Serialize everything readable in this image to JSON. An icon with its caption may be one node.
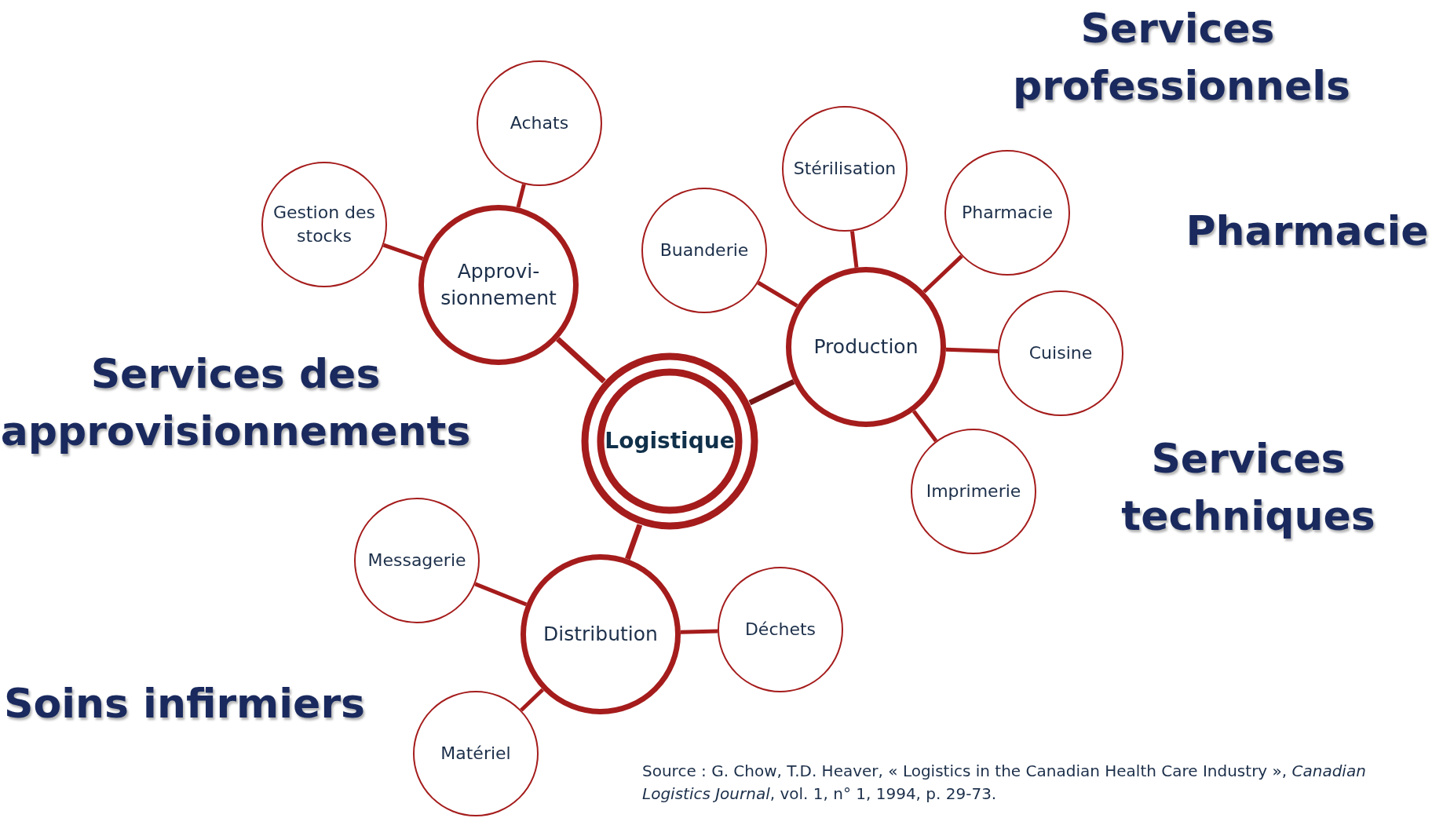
{
  "diagram": {
    "nodes": [
      {
        "text": [
          "Logistique"
        ]
      },
      {
        "text": [
          "Approvi- sionnement"
        ]
      },
      {
        "text": [
          "Production"
        ]
      },
      {
        "text": [
          "Distribution"
        ]
      },
      {
        "text": [
          "Achats"
        ]
      },
      {
        "text": [
          "Gestion des stocks"
        ]
      },
      {
        "text": [
          "Stérilisation"
        ]
      },
      {
        "text": [
          "Buanderie"
        ]
      },
      {
        "text": [
          "Pharmacie"
        ]
      },
      {
        "text": [
          "Cuisine"
        ]
      },
      {
        "text": [
          "Imprimerie"
        ]
      },
      {
        "text": [
          "Messagerie"
        ]
      },
      {
        "text": [
          "Déchets"
        ]
      },
      {
        "text": [
          "Matériel"
        ]
      }
    ],
    "edges": [
      {
        "from": 0,
        "to": 1,
        "arrow": "none"
      },
      {
        "from": 0,
        "to": 2,
        "arrow": "none",
        "color": "#7a1616"
      },
      {
        "from": 0,
        "to": 3,
        "arrow": "none"
      },
      {
        "from": 1,
        "to": 4,
        "arrow": "none"
      },
      {
        "from": 1,
        "to": 5,
        "arrow": "none"
      },
      {
        "from": 2,
        "to": 6,
        "arrow": "none"
      },
      {
        "from": 2,
        "to": 7,
        "arrow": "none"
      },
      {
        "from": 2,
        "to": 8,
        "arrow": "none"
      },
      {
        "from": 2,
        "to": 9,
        "arrow": "none"
      },
      {
        "from": 2,
        "to": 10,
        "arrow": "none"
      },
      {
        "from": 3,
        "to": 11,
        "arrow": "none"
      },
      {
        "from": 3,
        "to": 12,
        "arrow": "none"
      },
      {
        "from": 3,
        "to": 13,
        "arrow": "none"
      }
    ],
    "labels": [
      "Services professionnels",
      "Pharmacie",
      "Services des approvisionnements",
      "Services techniques",
      "Soins infirmiers",
      "Source : G. Chow, T.D. Heaver, « Logistics in the Canadian Health Care Industry », *Canadian Logistics Journal*, vol. 1, n°  1, 1994, p. 29-73."
    ]
  }
}
